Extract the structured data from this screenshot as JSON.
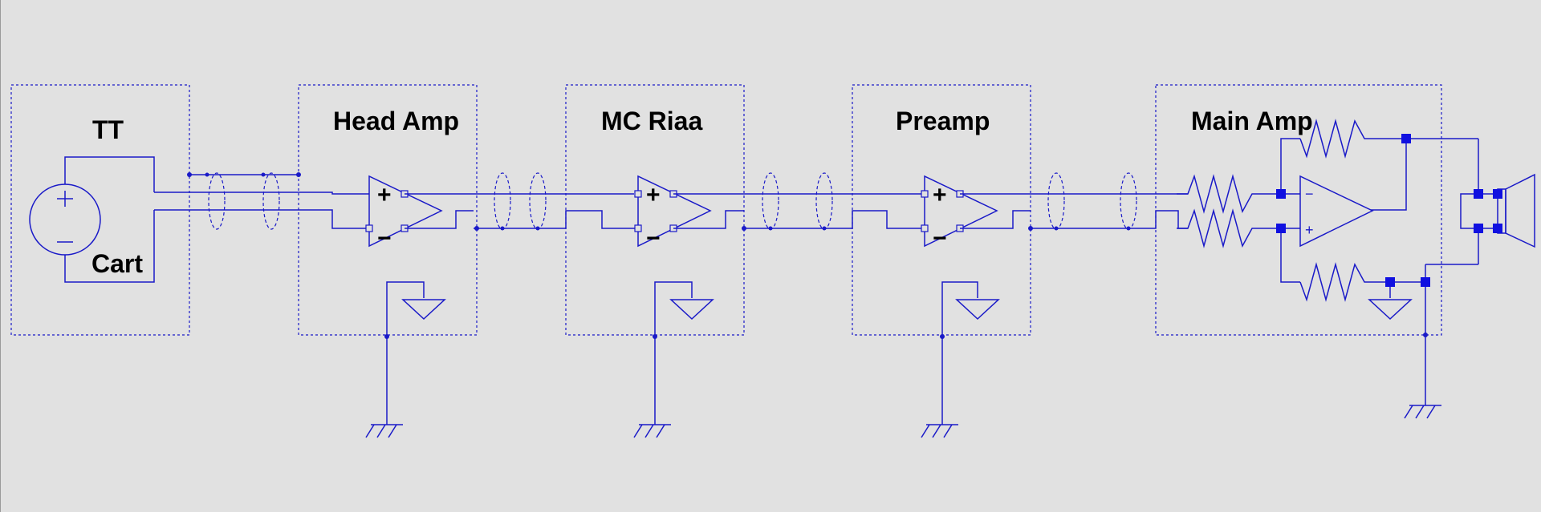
{
  "colors": {
    "background": "#e1e1e1",
    "wire": "#1a1ac8",
    "label": "#000000"
  },
  "blocks": [
    {
      "id": "tt",
      "label": "TT",
      "sublabel": "Cart"
    },
    {
      "id": "head-amp",
      "label": "Head Amp"
    },
    {
      "id": "mc-riaa",
      "label": "MC Riaa"
    },
    {
      "id": "preamp",
      "label": "Preamp"
    },
    {
      "id": "main-amp",
      "label": "Main Amp"
    }
  ],
  "opamp_signs": {
    "plus": "+",
    "minus": "−"
  },
  "main_amp_signs": {
    "plus": "+",
    "minus": "−"
  }
}
